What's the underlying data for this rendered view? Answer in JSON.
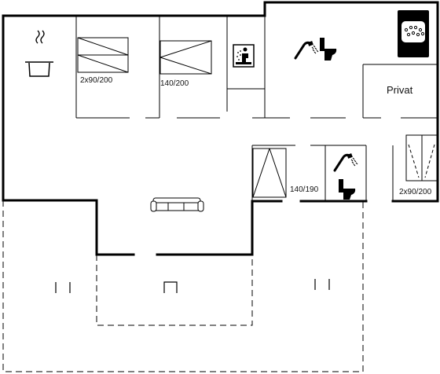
{
  "labels": {
    "bed_room1": "2x90/200",
    "bed_room2": "140/200",
    "bed_room3": "140/190",
    "bed_room4": "2x90/200",
    "private": "Privat"
  },
  "icons": {
    "kitchen": "cooking-pot-icon",
    "sauna": "sauna-icon",
    "shower": "shower-icon",
    "toilet": "toilet-icon",
    "jacuzzi": "jacuzzi-icon",
    "sofa": "sofa-icon",
    "bed": "bed-icon"
  },
  "colors": {
    "wall": "#000000",
    "background": "#ffffff"
  }
}
